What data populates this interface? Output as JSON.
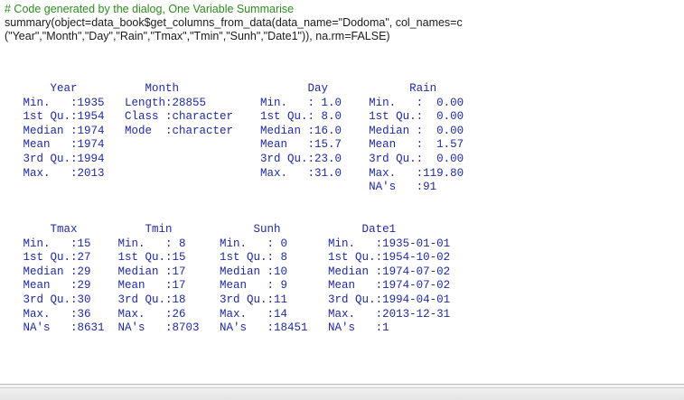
{
  "output": {
    "comment": "# Code generated by the dialog, One Variable Summarise",
    "command": "summary(object=data_book$get_columns_from_data(data_name=\"Dodoma\", col_names=c\n(\"Year\",\"Month\",\"Day\",\"Rain\",\"Tmax\",\"Tmin\",\"Sunh\",\"Date1\")), na.rm=FALSE)",
    "summary_block_1": [
      "     Year          Month                   Day            Rain       ",
      " Min.   :1935   Length:28855        Min.   : 1.0    Min.   :  0.00  ",
      " 1st Qu.:1954   Class :character    1st Qu.: 8.0    1st Qu.:  0.00  ",
      " Median :1974   Mode  :character    Median :16.0    Median :  0.00  ",
      " Mean   :1974                       Mean   :15.7    Mean   :  1.57  ",
      " 3rd Qu.:1994                       3rd Qu.:23.0    3rd Qu.:  0.00  ",
      " Max.   :2013                       Max.   :31.0    Max.   :119.80  ",
      "                                                    NA's   :91      "
    ],
    "summary_block_2": [
      "     Tmax          Tmin            Sunh            Date1            ",
      " Min.   :15    Min.   : 8     Min.   : 0      Min.   :1935-01-01    ",
      " 1st Qu.:27    1st Qu.:15     1st Qu.: 8      1st Qu.:1954-10-02    ",
      " Median :29    Median :17     Median :10      Median :1974-07-02    ",
      " Mean   :29    Mean   :17     Mean   : 9      Mean   :1974-07-02    ",
      " 3rd Qu.:30    3rd Qu.:18     3rd Qu.:11      3rd Qu.:1994-04-01    ",
      " Max.   :36    Max.   :26     Max.   :14      Max.   :2013-12-31    ",
      " NA's   :8631  NA's   :8703   NA's   :18451   NA's   :1             "
    ]
  },
  "colors": {
    "comment": "#2e8b1f",
    "command": "#1a1a1a",
    "output": "#1f2a9e"
  }
}
